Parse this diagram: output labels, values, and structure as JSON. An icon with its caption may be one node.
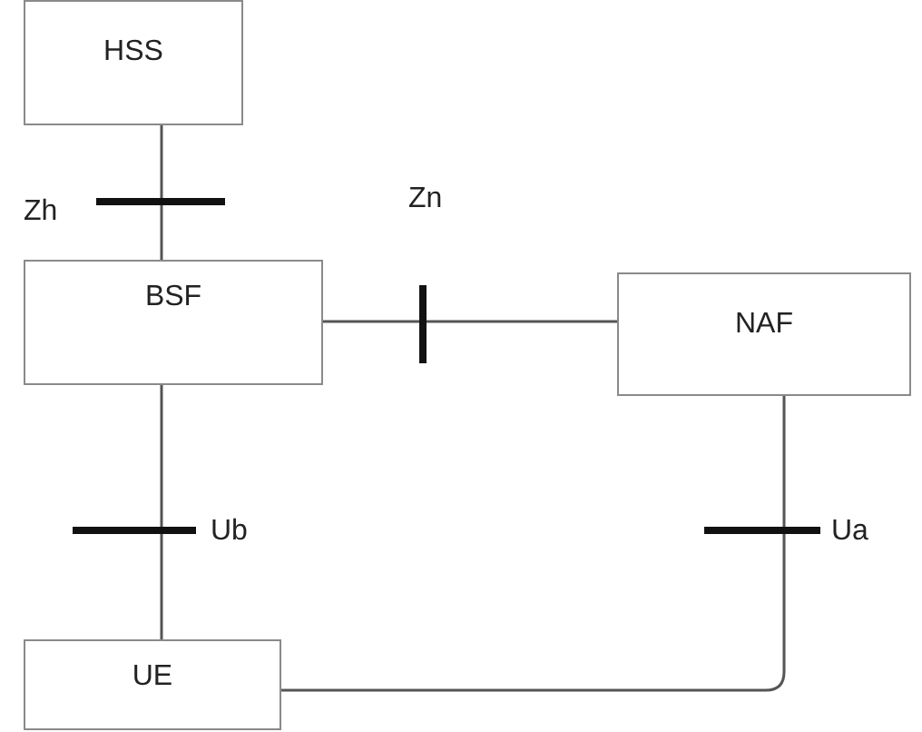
{
  "diagram": {
    "nodes": [
      {
        "text": [
          "HSS"
        ]
      },
      {
        "text": [
          "BSF"
        ]
      },
      {
        "text": [
          "NAF"
        ]
      },
      {
        "text": [
          "UE"
        ]
      }
    ],
    "edges": [
      {
        "from": 0,
        "to": 1,
        "arrow": "none",
        "label": "Zh"
      },
      {
        "from": 1,
        "to": 2,
        "arrow": "none",
        "label": "Zn"
      },
      {
        "from": 1,
        "to": 3,
        "arrow": "none",
        "label": "Ub"
      },
      {
        "from": 2,
        "to": 3,
        "arrow": "none",
        "label": "Ua"
      }
    ]
  }
}
